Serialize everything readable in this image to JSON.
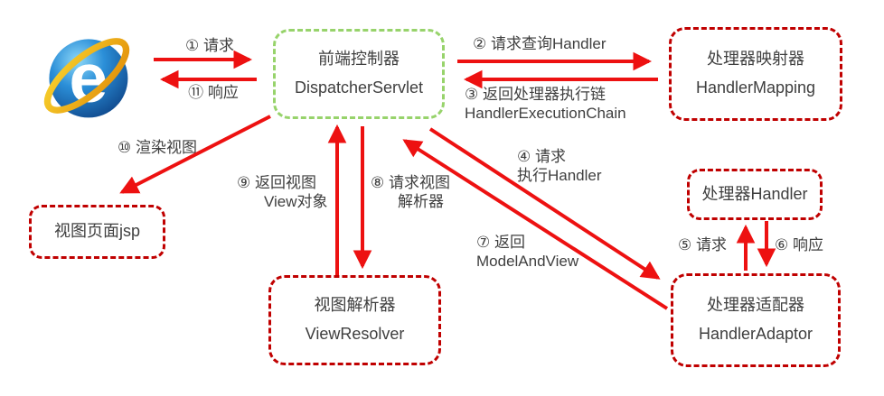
{
  "diagram_title": "Spring MVC DispatcherServlet request flow",
  "colors": {
    "arrow_red": "#ed1111",
    "box_border_red": "#c00000",
    "box_border_green": "#97d36b",
    "text": "#3f3f3f",
    "logo_blue": "#1b6fc0",
    "logo_gold": "#f2a71b"
  },
  "nodes": {
    "browser": {
      "name": "internet-explorer-logo",
      "logo_letter": "e"
    },
    "dispatcher": {
      "title": "前端控制器",
      "subtitle": "DispatcherServlet"
    },
    "handler_mapping": {
      "title": "处理器映射器",
      "subtitle": "HandlerMapping"
    },
    "handler": {
      "title": "处理器Handler"
    },
    "handler_adaptor": {
      "title": "处理器适配器",
      "subtitle": "HandlerAdaptor"
    },
    "view_resolver": {
      "title": "视图解析器",
      "subtitle": "ViewResolver"
    },
    "jsp": {
      "title": "视图页面jsp"
    }
  },
  "labels": {
    "step1": "① 请求",
    "step2": "② 请求查询Handler",
    "step3_line1": "③ 返回处理器执行链",
    "step3_line2": "HandlerExecutionChain",
    "step4_line1": "④ 请求",
    "step4_line2": "执行Handler",
    "step5": "⑤ 请求",
    "step6": "⑥ 响应",
    "step7_line1": "⑦ 返回",
    "step7_line2": "ModelAndView",
    "step8_line1": "⑧ 请求视图",
    "step8_line2": "解析器",
    "step9_line1": "⑨ 返回视图",
    "step9_line2": "View对象",
    "step10": "⑩ 渲染视图",
    "step11": "⑪ 响应"
  }
}
